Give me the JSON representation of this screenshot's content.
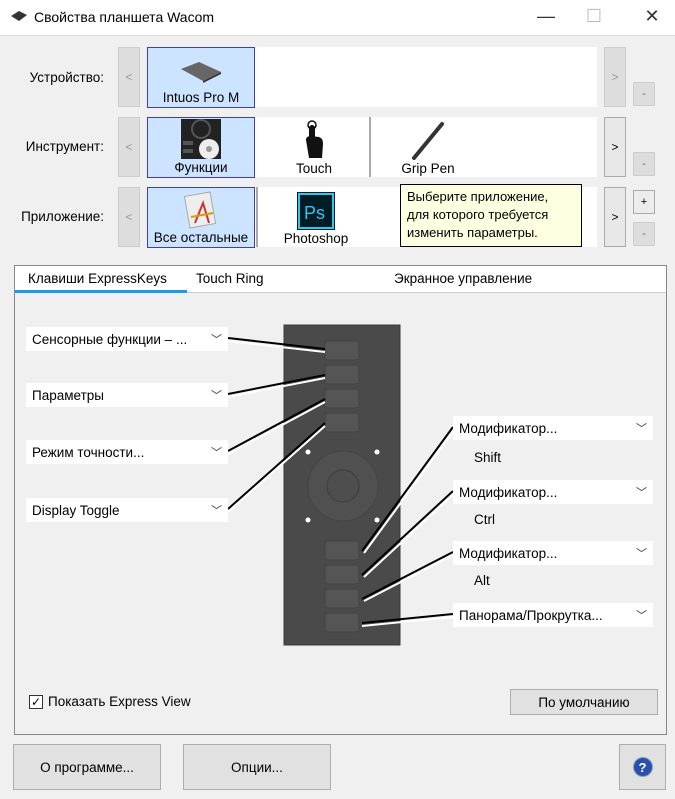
{
  "window": {
    "title": "Свойства планшета Wacom",
    "minimize": "—",
    "maximize": "☐",
    "close": "✕"
  },
  "rows": {
    "device": {
      "label": "Устройство:",
      "items": [
        "Intuos Pro M"
      ]
    },
    "tool": {
      "label": "Инструмент:",
      "items": [
        "Функции",
        "Touch",
        "Grip Pen"
      ]
    },
    "app": {
      "label": "Приложение:",
      "items": [
        "Все остальные",
        "Photoshop"
      ]
    }
  },
  "nav": {
    "prev": "<",
    "next": ">",
    "add": "+",
    "remove": "-"
  },
  "tooltip": {
    "lines": [
      "Выберите приложение,",
      "для которого требуется",
      "изменить параметры."
    ]
  },
  "tabs": [
    "Клавиши ExpressKeys",
    "Touch Ring",
    "Экранное управление"
  ],
  "left_keys": [
    "Сенсорные функции – ...",
    "Параметры",
    "Режим точности...",
    "Display Toggle"
  ],
  "right_keys": [
    {
      "label": "Модификатор...",
      "value": "Shift"
    },
    {
      "label": "Модификатор...",
      "value": "Ctrl"
    },
    {
      "label": "Модификатор...",
      "value": "Alt"
    },
    {
      "label": "Панорама/Прокрутка...",
      "value": ""
    }
  ],
  "express_view": {
    "label": "Показать Express View",
    "checked": true
  },
  "buttons": {
    "default": "По умолчанию",
    "about": "О программе...",
    "options": "Опции...",
    "help": "?"
  },
  "colors": {
    "selected": "#cce4ff",
    "selected_border": "#3d3dbd",
    "tab_underline": "#1e9be0",
    "tooltip": "#ffffe1",
    "tablet": "#4a4a4a"
  }
}
